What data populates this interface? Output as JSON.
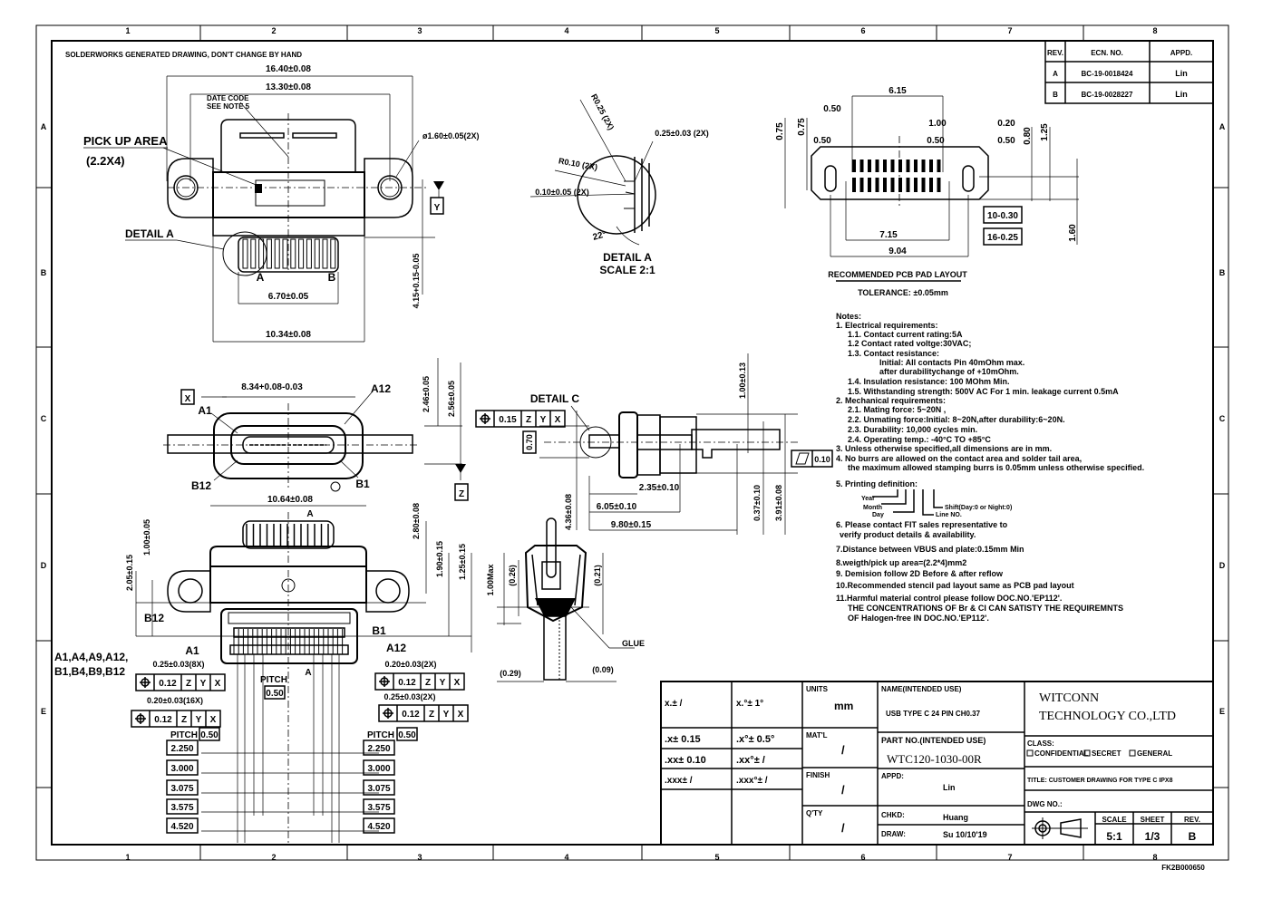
{
  "sheet": {
    "header_note": "SOLDERWORKS GENERATED DRAWING, DON'T CHANGE BY HAND",
    "zone_numbers": [
      "1",
      "2",
      "3",
      "4",
      "5",
      "6",
      "7",
      "8"
    ],
    "zone_letters": [
      "A",
      "B",
      "C",
      "D",
      "E"
    ],
    "corner_code": "FK2B000650"
  },
  "revision_table": {
    "headers": [
      "REV.",
      "ECN. NO.",
      "APPD."
    ],
    "rows": [
      {
        "rev": "A",
        "ecn": "BC-19-0018424",
        "appd": "Lin"
      },
      {
        "rev": "B",
        "ecn": "BC-19-0028227",
        "appd": "Lin"
      }
    ]
  },
  "top_view": {
    "width_overall": "16.40±0.08",
    "width_hole_pitch": "13.30±0.08",
    "date_code_1": "DATE CODE",
    "date_code_2": "SEE NOTE 5",
    "pick_up_area": "PICK UP AREA",
    "pick_up_size": "(2.2X4)",
    "hole_dia": "ø1.60±0.05(2X)",
    "datum_y": "Y",
    "detail_a": "DETAIL A",
    "pin_a": "A",
    "pin_b": "B",
    "pin_span": "6.70±0.05",
    "body_width": "10.34±0.08",
    "depth": "4.15+0.15-0.05"
  },
  "detail_a": {
    "radius_1": "R0.25 (2X)",
    "width": "0.25±0.03 (2X)",
    "radius_2": "R0.10 (2X)",
    "gap": "0.10±0.05 (2X)",
    "angle": "22°",
    "title": "DETAIL A",
    "scale": "SCALE 2:1"
  },
  "pcb_layout": {
    "dim_615": "6.15",
    "dim_050a": "0.50",
    "dim_075a": "0.75",
    "dim_075b": "0.75",
    "dim_050b": "0.50",
    "dim_100": "1.00",
    "dim_050c": "0.50",
    "dim_020": "0.20",
    "dim_050d": "0.50",
    "dim_080": "0.80",
    "dim_125": "1.25",
    "pads_10": "10-0.30",
    "pads_16": "16-0.25",
    "dim_715": "7.15",
    "dim_904": "9.04",
    "dim_160": "1.60",
    "title": "RECOMMENDED PCB PAD LAYOUT",
    "tolerance": "TOLERANCE: ±0.05mm"
  },
  "front_view": {
    "datum_x": "X",
    "opening": "8.34+0.08-0.03",
    "a12": "A12",
    "a1": "A1",
    "b12": "B12",
    "b1": "B1",
    "h1": "2.46±0.05",
    "h2": "2.56±0.05",
    "datum_z": "Z"
  },
  "side_view": {
    "detail_c": "DETAIL C",
    "fcf": {
      "tol": "0.15",
      "datums": [
        "Z",
        "Y",
        "X"
      ]
    },
    "dim_070": "0.70",
    "dim_100": "1.00±0.13",
    "dim_235": "2.35±0.10",
    "dim_605": "6.05±0.10",
    "dim_980": "9.80±0.15",
    "dim_037": "0.37±0.10",
    "dim_391": "3.91±0.08",
    "flatness": "0.10",
    "dim_436": "4.36±0.08"
  },
  "section_view": {
    "max": "1.00Max",
    "d026": "(0.26)",
    "d021": "(0.21)",
    "glue": "GLUE",
    "d029": "(0.29)",
    "d009": "(0.09)"
  },
  "bottom_view": {
    "width": "10.64±0.08",
    "section_a": "A",
    "section_a2": "A",
    "d100": "1.00±0.05",
    "d205": "2.05±0.15",
    "d280": "2.80±0.08",
    "d190": "1.90±0.15",
    "d125": "1.25±0.15",
    "b12": "B12",
    "b1": "B1",
    "a1": "A1",
    "a12": "A12",
    "pins_1": "A1,A4,A9,A12,",
    "pins_2": "B1,B4,B9,B12",
    "w025_8x": "0.25±0.03(8X)",
    "w020_2x": "0.20±0.03(2X)",
    "w020_16x": "0.20±0.03(16X)",
    "w025_2x": "0.25±0.03(2X)",
    "pitch_label": "PITCH",
    "pitch_value": "0.50",
    "fcf": {
      "tol": "0.12",
      "datums": [
        "Z",
        "Y",
        "X"
      ]
    },
    "rows": [
      "2.250",
      "3.000",
      "3.075",
      "3.575",
      "4.520"
    ]
  },
  "notes": [
    "Notes:",
    "1. Electrical requirements:",
    "1.1. Contact current rating:5A",
    "1.2  Contact rated voltge:30VAC;",
    "1.3. Contact resistance:",
    "Initial: All contacts Pin 40mOhm max.",
    "after durabilitychange of +10mOhm.",
    "1.4. Insulation resistance: 100 MOhm Min.",
    "1.5. Withstanding strength: 500V AC For 1 min. leakage current 0.5mA",
    "2. Mechanical requirements:",
    "2.1. Mating force: 5~20N ,",
    "2.2. Unmating force:Initial: 8~20N,after durability:6~20N.",
    "2.3. Durability: 10,000 cycles min.",
    "2.4. Operating temp.: -40°C TO +85°C",
    "3. Unless otherwise specified,all dimensions are in mm.",
    "4. No burrs are allowed on the contact area and solder tail area,",
    "the maximum allowed stamping burrs is 0.05mm unless otherwise specified.",
    "5. Printing definition:",
    "6. Please contact FIT sales representative to",
    "verify product details & availability.",
    "7.Distance between VBUS and plate:0.15mm Min",
    "8.weigth/pick up area=(2.2*4)mm2",
    "9. Demision follow 2D Before & after reflow",
    "10.Recommended stencil pad layout same as PCB pad layout",
    "11.Harmful material control please follow DOC.NO.'EP112'.",
    "THE CONCENTRATIONS OF Br & Cl CAN SATISTY THE REQUIREMNTS",
    "OF Halogen-free IN DOC.NO.'EP112'."
  ],
  "printing_definition": {
    "year": "Year",
    "month": "Month",
    "day": "Day",
    "shift": "Shift(Day:0 or Night:0)",
    "line": "Line NO."
  },
  "title_block": {
    "tol_x": "x.±  /",
    "tol_ang_x": "x.°±  1°",
    "tol_1": ".x±  0.15",
    "tol_ang_1": ".x°±  0.5°",
    "tol_2": ".xx± 0.10",
    "tol_ang_2": ".xx°±  /",
    "tol_3": ".xxx±  /",
    "tol_ang_3": ".xxx°±  /",
    "units_label": "UNITS",
    "units": "mm",
    "matl_label": "MAT'L",
    "matl": "/",
    "finish_label": "FINISH",
    "finish": "/",
    "qty_label": "Q'TY",
    "qty": "/",
    "name_label": "NAME(INTENDED USE)",
    "name": "USB TYPE C 24 PIN  CH0.37",
    "part_label": "PART NO.(INTENDED USE)",
    "part_no": "WTC120-1030-00R",
    "appd_label": "APPD:",
    "appd": "Lin",
    "chkd_label": "CHKD:",
    "chkd": "Huang",
    "draw_label": "DRAW:",
    "draw": "Su 10/10'19",
    "company_1": "WITCONN",
    "company_2": "TECHNOLOGY CO.,LTD",
    "class_label": "CLASS:",
    "class_options": [
      "CONFIDENTIAL",
      "SECRET",
      "GENERAL"
    ],
    "class_selected": "GENERAL",
    "title": "TITLE: CUSTOMER DRAWING FOR TYPE C IPX8",
    "dwg_label": "DWG NO.:",
    "scale_label": "SCALE",
    "scale": "5:1",
    "sheet_label": "SHEET",
    "sheet": "1/3",
    "rev_label": "REV.",
    "rev": "B"
  }
}
